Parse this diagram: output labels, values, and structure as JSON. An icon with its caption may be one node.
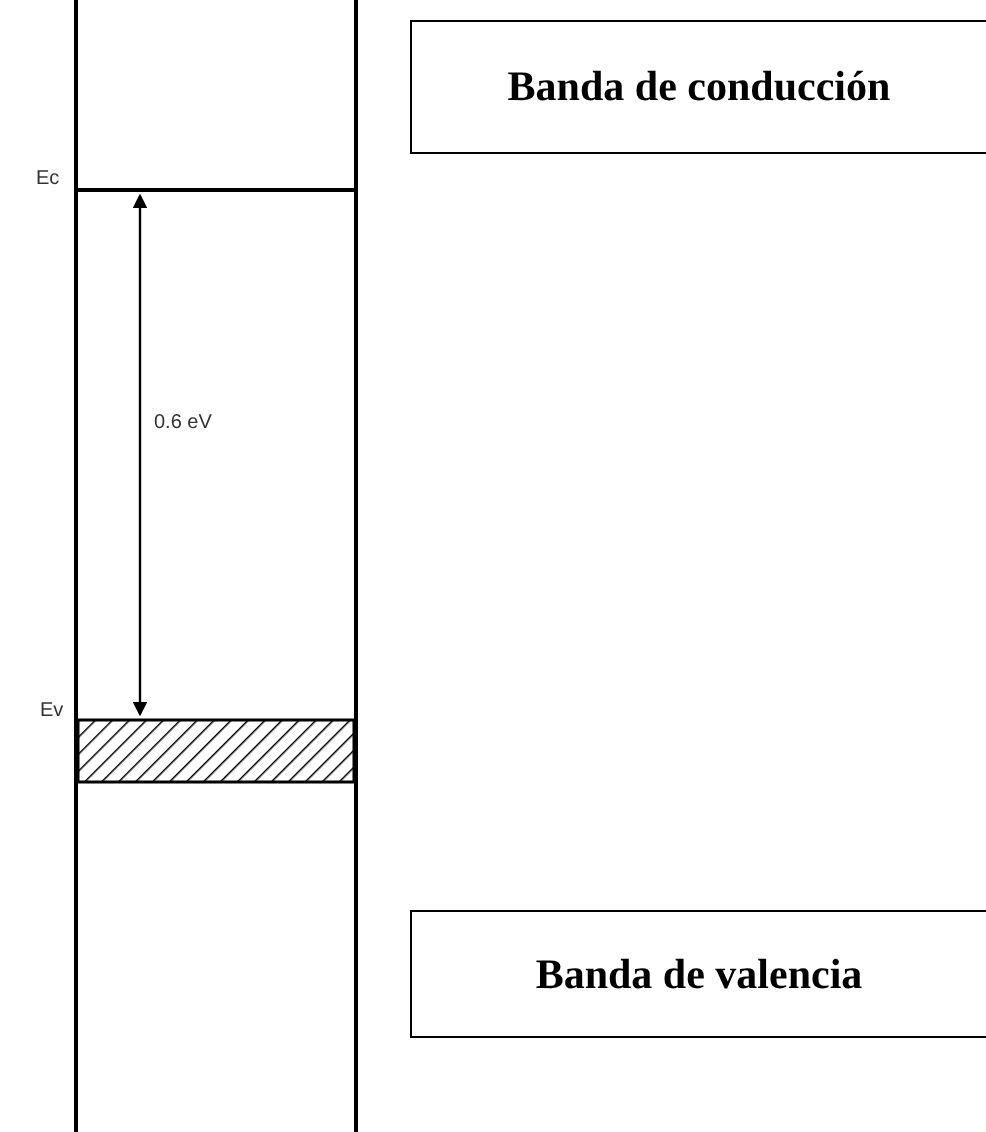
{
  "diagram": {
    "nodes": [
      {
        "text": [
          "Banda de conducción"
        ]
      },
      {
        "text": [
          "Banda de valencia"
        ]
      }
    ],
    "edges": [],
    "labels": [
      "Ec",
      "0.6 eV",
      "Ev"
    ]
  }
}
